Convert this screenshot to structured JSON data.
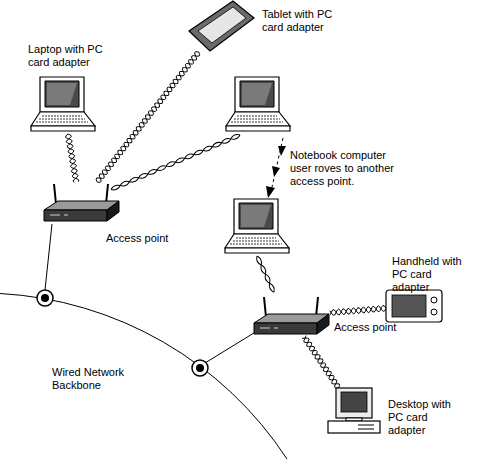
{
  "diagram": {
    "nodes": [
      {
        "text": [
          "Laptop with PC card adapter"
        ]
      },
      {
        "text": [
          "Tablet with PC card adapter"
        ]
      },
      {
        "text": [
          "Access point"
        ]
      },
      {
        "text": [
          "Handheld with PC card adapter"
        ]
      },
      {
        "text": [
          "Access point"
        ]
      },
      {
        "text": [
          "Desktop with PC card adapter"
        ]
      }
    ],
    "edges": [
      {
        "from": 0,
        "to": 2,
        "arrow": "none"
      },
      {
        "from": 1,
        "to": 2,
        "arrow": "none"
      },
      {
        "from": 3,
        "to": 4,
        "arrow": "none"
      },
      {
        "from": 5,
        "to": 4,
        "arrow": "none"
      }
    ],
    "labels": [
      "Notebook computer user roves to another access point.",
      "Wired Network Backbone"
    ]
  }
}
